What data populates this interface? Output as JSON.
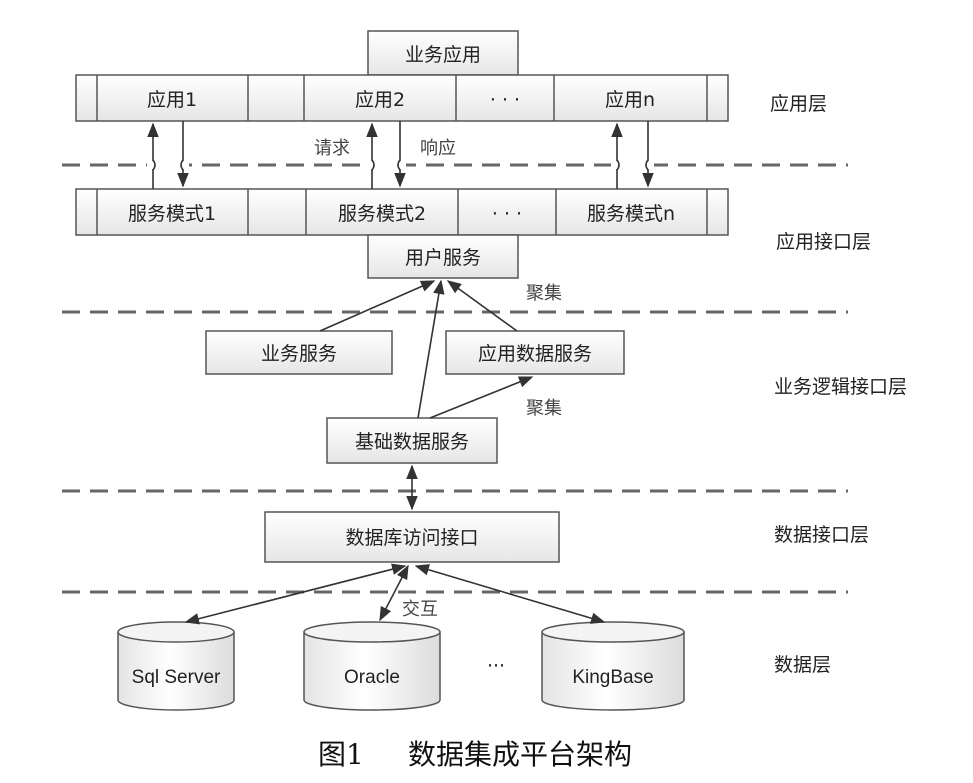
{
  "layers": {
    "application": "应用层",
    "app_interface": "应用接口层",
    "business_logic": "业务逻辑接口层",
    "data_interface": "数据接口层",
    "data": "数据层"
  },
  "boxes": {
    "business_app": "业务应用",
    "app1": "应用1",
    "app2": "应用2",
    "app_ellipsis": "· · ·",
    "appn": "应用n",
    "svc_mode1": "服务模式1",
    "svc_mode2": "服务模式2",
    "svc_ellipsis": "· · ·",
    "svc_moden": "服务模式n",
    "user_service": "用户服务",
    "business_service": "业务服务",
    "app_data_service": "应用数据服务",
    "base_data_service": "基础数据服务",
    "db_access": "数据库访问接口"
  },
  "databases": {
    "sqlserver": "Sql Server",
    "oracle": "Oracle",
    "db_ellipsis": "···",
    "kingbase": "KingBase"
  },
  "labels": {
    "request": "请求",
    "response": "响应",
    "aggregate_top": "聚集",
    "aggregate_mid": "聚集",
    "interact": "交互"
  },
  "caption": {
    "number": "图1",
    "title": "数据集成平台架构"
  }
}
